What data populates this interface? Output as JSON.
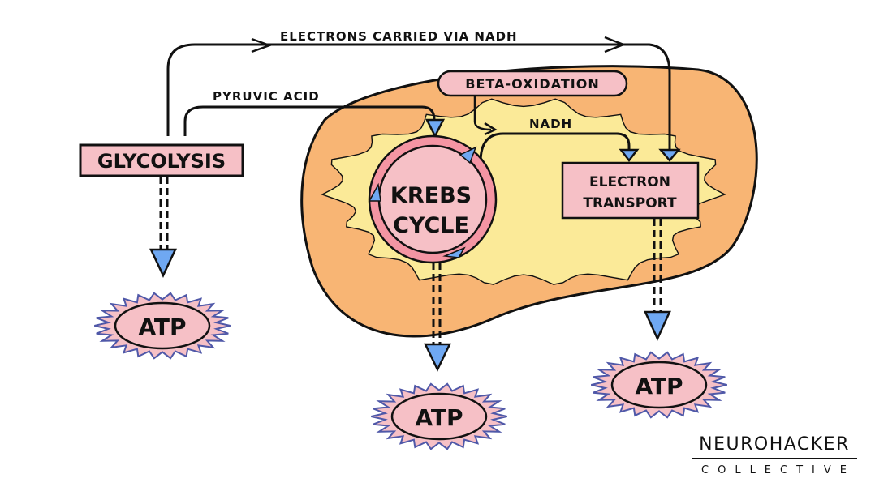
{
  "labels": {
    "electrons": "ELECTRONS CARRIED VIA NADH",
    "pyruvic": "PYRUVIC ACID",
    "glycolysis": "GLYCOLYSIS",
    "beta_oxidation": "BETA-OXIDATION",
    "nadh": "NADH",
    "krebs_line1": "KREBS",
    "krebs_line2": "CYCLE",
    "electron_transport_line1": "ELECTRON",
    "electron_transport_line2": "TRANSPORT",
    "atp": [
      "ATP",
      "ATP",
      "ATP"
    ]
  },
  "logo": {
    "line1": "NEUROHACKER",
    "line2": "COLLECTIVE"
  },
  "colors": {
    "outer_membrane": "#F8B574",
    "matrix": "#FBEA98",
    "box_fill": "#F6C0C6",
    "krebs_ring": "#F495A3",
    "arrowhead": "#6FA8F2",
    "atp_star_outline": "#4F58A8",
    "ink": "#111111"
  }
}
